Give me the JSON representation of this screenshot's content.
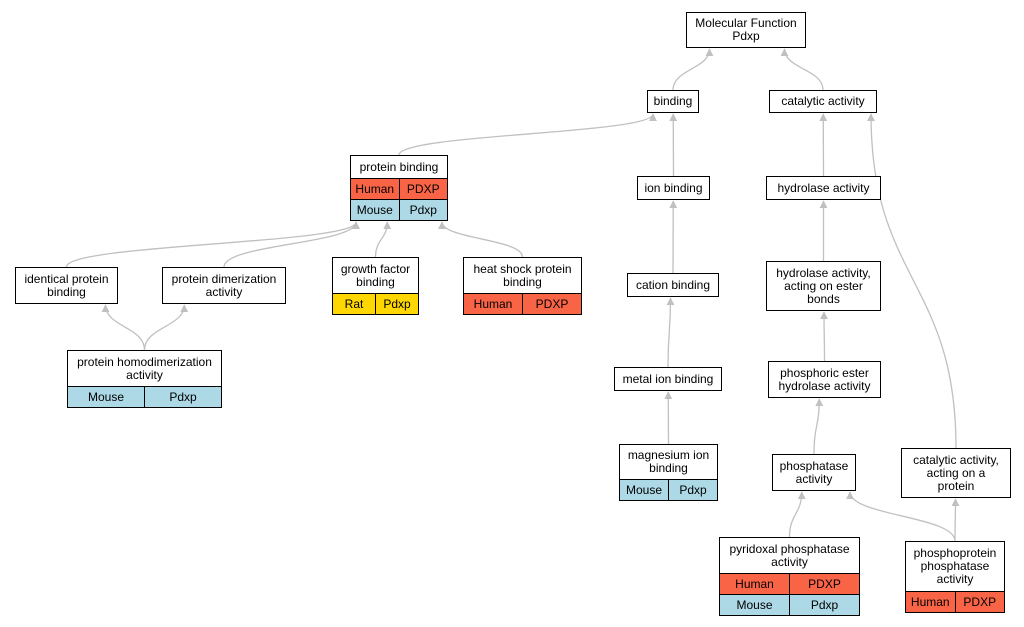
{
  "colors": {
    "human": "#fa6446",
    "mouse": "#add8e6",
    "rat": "#ffd700",
    "edge": "#c0c0c0"
  },
  "nodes": {
    "mf": {
      "label": "Molecular Function\nPdxp"
    },
    "binding": {
      "label": "binding"
    },
    "catalytic": {
      "label": "catalytic activity"
    },
    "protein_binding": {
      "label": "protein binding",
      "ann": [
        [
          "Human",
          "PDXP"
        ],
        [
          "Mouse",
          "Pdxp"
        ]
      ]
    },
    "ion_binding": {
      "label": "ion binding"
    },
    "hydrolase": {
      "label": "hydrolase activity"
    },
    "identical": {
      "label": "identical protein\nbinding"
    },
    "dimerization": {
      "label": "protein dimerization\nactivity"
    },
    "growth": {
      "label": "growth factor\nbinding",
      "ann": [
        [
          "Rat",
          "Pdxp"
        ]
      ]
    },
    "heatshock": {
      "label": "heat shock protein\nbinding",
      "ann": [
        [
          "Human",
          "PDXP"
        ]
      ]
    },
    "cation": {
      "label": "cation binding"
    },
    "hydrolase_ester": {
      "label": "hydrolase activity,\nacting on ester\nbonds"
    },
    "homodimer": {
      "label": "protein homodimerization\nactivity",
      "ann": [
        [
          "Mouse",
          "Pdxp"
        ]
      ]
    },
    "metal": {
      "label": "metal ion binding"
    },
    "phosphoric": {
      "label": "phosphoric ester\nhydrolase activity"
    },
    "magnesium": {
      "label": "magnesium ion\nbinding",
      "ann": [
        [
          "Mouse",
          "Pdxp"
        ]
      ]
    },
    "phosphatase": {
      "label": "phosphatase\nactivity"
    },
    "catalytic_protein": {
      "label": "catalytic activity,\nacting on a\nprotein"
    },
    "pyridoxal": {
      "label": "pyridoxal phosphatase\nactivity",
      "ann": [
        [
          "Human",
          "PDXP"
        ],
        [
          "Mouse",
          "Pdxp"
        ]
      ]
    },
    "phosphoprotein": {
      "label": "phosphoprotein\nphosphatase\nactivity",
      "ann": [
        [
          "Human",
          "PDXP"
        ]
      ]
    }
  },
  "edges": [
    [
      "binding",
      "mf"
    ],
    [
      "catalytic",
      "mf"
    ],
    [
      "protein_binding",
      "binding"
    ],
    [
      "ion_binding",
      "binding"
    ],
    [
      "hydrolase",
      "catalytic"
    ],
    [
      "catalytic_protein",
      "catalytic"
    ],
    [
      "identical",
      "protein_binding"
    ],
    [
      "dimerization",
      "protein_binding"
    ],
    [
      "growth",
      "protein_binding"
    ],
    [
      "heatshock",
      "protein_binding"
    ],
    [
      "cation",
      "ion_binding"
    ],
    [
      "hydrolase_ester",
      "hydrolase"
    ],
    [
      "homodimer",
      "identical"
    ],
    [
      "homodimer",
      "dimerization"
    ],
    [
      "metal",
      "cation"
    ],
    [
      "phosphoric",
      "hydrolase_ester"
    ],
    [
      "magnesium",
      "metal"
    ],
    [
      "phosphatase",
      "phosphoric"
    ],
    [
      "pyridoxal",
      "phosphatase"
    ],
    [
      "phosphoprotein",
      "phosphatase"
    ],
    [
      "phosphoprotein",
      "catalytic_protein"
    ]
  ]
}
